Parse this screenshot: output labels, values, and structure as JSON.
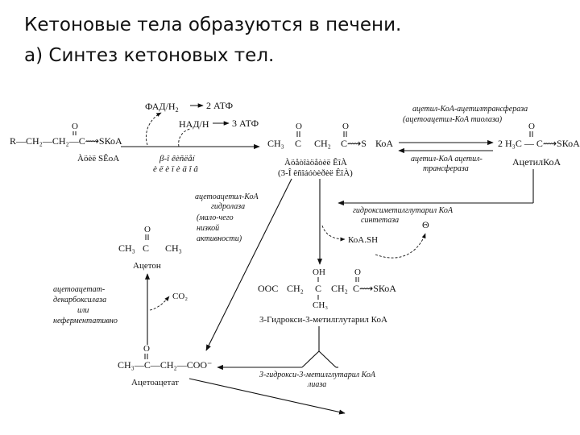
{
  "slide": {
    "title_line1": "Кетоновые тела образуются в печени.",
    "title_line2": "а) Синтез кетоновых тел."
  },
  "diagram": {
    "fad": "ФАД/Н",
    "fad_sub": "2",
    "atp2": "2 АТФ",
    "nad": "НАД/Н",
    "atp3": "3 АТФ",
    "o": "O",
    "fatty_acyl": "R—CH₂—CH₂—C⟿SКоА",
    "fatty_acyl_name": "Àöèë SÊoA",
    "beta_ox_1": "β-î êèñëåí",
    "beta_ox_2": "è ë è ï è ä î â",
    "acac_c1": "CH₃",
    "acac_c2": "C",
    "acac_c3": "CH₂",
    "acac_c4": "C⟿S",
    "acac_coa": "КоА",
    "acac_name_1": "Àöåòîàöåòèë ÊîÀ",
    "acac_name_2": "(3-Î êñîáóòèðèë ÊîÀ)",
    "thiolase_1": "ацетил-КоА-ацетилтрансфераза",
    "thiolase_2": "(ацетоацетил-КоА тиолаза)",
    "two_acetyl": "2 H₃C — C⟿SКоА",
    "acetyl_coa_transferase_1": "ацетил-КоА ацетил-",
    "acetyl_coa_transferase_2": "трансфераза",
    "acetyl_coa": "АцетилКоА",
    "hmg_synthase_1": "гидроксиметилглутарил КоА",
    "hmg_synthase_2": "синтетаза",
    "minus": "Θ",
    "koash": "КоА.SH",
    "hydrolase_1": "ацетоацетил-КоА",
    "hydrolase_2": "гидролаза",
    "hydrolase_3": "(мало-чего",
    "hydrolase_4": "низкой",
    "hydrolase_5": "активности)",
    "acetone_c1": "CH₃",
    "acetone_c2": "C",
    "acetone_c3": "CH₃",
    "acetone_name": "Ацетон",
    "decarb_1": "ацетоацетат-",
    "decarb_2": "декарбоксилаза",
    "decarb_3": "или",
    "decarb_4": "неферментативно",
    "co2": "CO₂",
    "oh": "OH",
    "hmg_1": "OOC",
    "hmg_2": "CH₂",
    "hmg_3": "C",
    "hmg_4": "CH₂",
    "hmg_5": "C⟿SКоА",
    "hmg_ch3": "CH₃",
    "hmg_name": "3-Гидрокси-3-метилглутарил КоА",
    "acetoacetate": "CH₃—C—CH₂—COO⁻",
    "acetoacetate_name": "Ацетоацетат",
    "lyase_1": "3-гидрокси-3-метилглутарил КоА",
    "lyase_2": "лиаза"
  }
}
